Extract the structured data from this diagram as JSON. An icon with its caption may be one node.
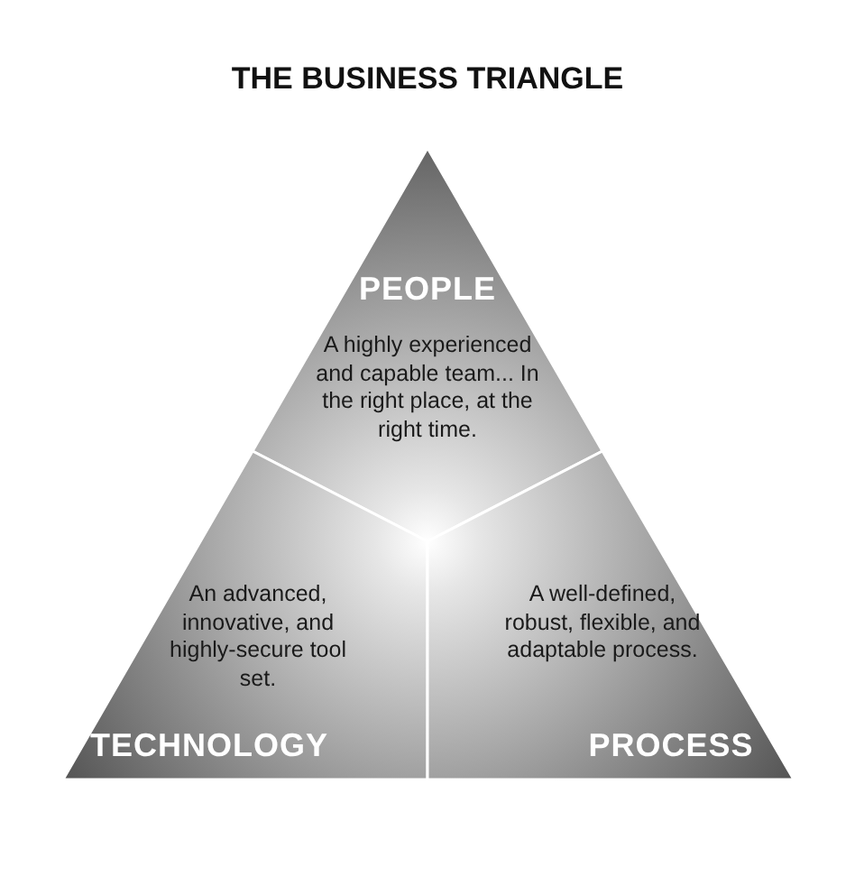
{
  "diagram": {
    "title": "THE BUSINESS TRIANGLE",
    "nodes": [
      {
        "text": [
          "PEOPLE",
          "A highly experienced and capable team... In the right place, at the right time."
        ]
      },
      {
        "text": [
          "An advanced, innovative, and highly-secure tool set.",
          "TECHNOLOGY"
        ]
      },
      {
        "text": [
          "A well-defined, robust, flexible, and adaptable process.",
          "PROCESS"
        ]
      }
    ]
  }
}
